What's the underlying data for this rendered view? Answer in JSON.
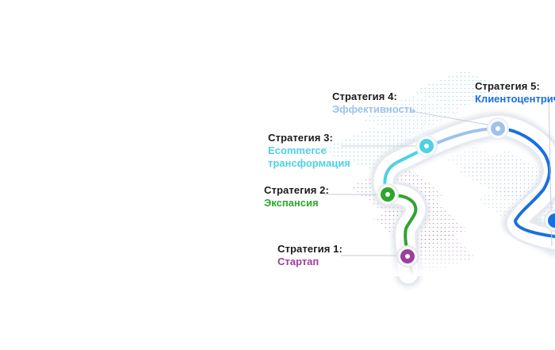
{
  "stages": [
    {
      "id": "s1",
      "title": "Стратегия 1:",
      "subtitle": [
        "Стартап"
      ],
      "color": "#9b3f9e"
    },
    {
      "id": "s2",
      "title": "Стратегия 2:",
      "subtitle": [
        "Экспансия"
      ],
      "color": "#2ea52e"
    },
    {
      "id": "s3",
      "title": "Стратегия 3:",
      "subtitle": [
        "Ecommerce",
        "трансформация"
      ],
      "color": "#4fd0e4"
    },
    {
      "id": "s4",
      "title": "Стратегия 4:",
      "subtitle": [
        "Эффективность"
      ],
      "color": "#9fc2ec"
    },
    {
      "id": "s5",
      "title": "Стратегия 5:",
      "subtitle": [
        "Клиентоцентрич"
      ],
      "color": "#1a6fe0"
    }
  ]
}
